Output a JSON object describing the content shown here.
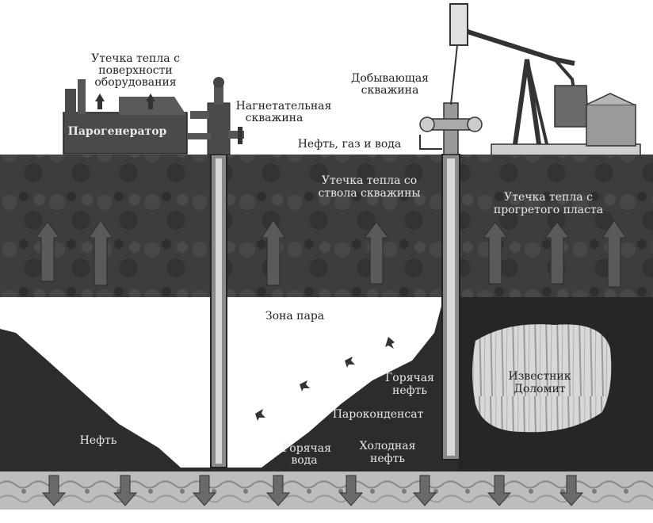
{
  "diagram": {
    "heat_loss_surface": [
      "Утечка тепла с",
      "поверхности",
      "оборудования"
    ],
    "steam_generator": "Парогенератор",
    "injection_well": [
      "Нагнетательная",
      "скважина"
    ],
    "production_well": [
      "Добывающая",
      "скважина"
    ],
    "oil_gas_water": "Нефть, газ и вода",
    "heat_loss_wellbore": [
      "Утечка тепла со",
      "ствола скважины"
    ],
    "heat_loss_heated_layer": [
      "Утечка тепла с",
      "прогретого пласта"
    ],
    "steam_zone": "Зона пара",
    "hot_oil": [
      "Горячая",
      "нефть"
    ],
    "steam_condensate": "Пароконденсат",
    "limestone": [
      "Известник",
      "Доломит"
    ],
    "oil": "Нефть",
    "hot_water": [
      "Горячая",
      "вода"
    ],
    "cold_oil": [
      "Холодная",
      "нефть"
    ]
  },
  "colors": {
    "overburden": "#3a3a3a",
    "oil_zone": "#2c2c2c",
    "steam_zone": "#ffffff",
    "bedrock": "#b8b8b8",
    "equipment": "#4a4a4a"
  }
}
